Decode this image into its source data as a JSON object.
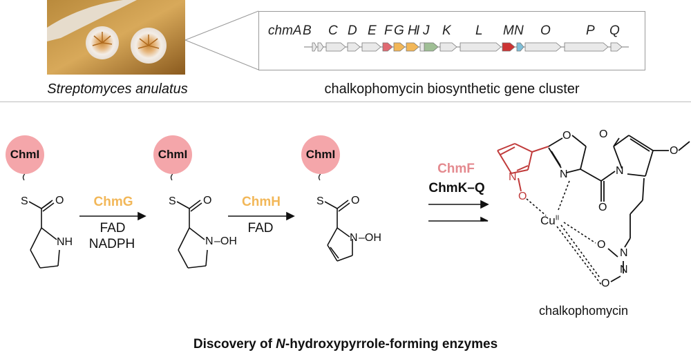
{
  "organism_caption": "Streptomyces anulatus",
  "gene_cluster_caption": "chalkophomycin biosynthetic gene cluster",
  "gene_labels": [
    "chmA",
    "B",
    "C",
    "D",
    "E",
    "F",
    "G",
    "H",
    "I",
    "J",
    "K",
    "L",
    "M",
    "N",
    "O",
    "P",
    "Q"
  ],
  "gene_colors": {
    "F": "#e06a72",
    "G": "#f2b758",
    "H": "#f2b758",
    "J": "#9fbf95",
    "M": "#cc3333",
    "N": "#7fbfd8",
    "default": "#e9e9e9"
  },
  "carrier_label": "ChmI",
  "steps": [
    {
      "enzyme": "ChmG",
      "cofactors": [
        "FAD",
        "NADPH"
      ]
    },
    {
      "enzyme": "ChmH",
      "cofactors": [
        "FAD"
      ]
    },
    {
      "enzyme_red": "ChmF",
      "enzyme_black": "ChmK–Q"
    }
  ],
  "atoms": {
    "S": "S",
    "O": "O",
    "NH": "NH",
    "N": "N",
    "OH": "–OH",
    "Cu": "Cu",
    "Cu_ox": "II"
  },
  "product_name": "chalkophomycin",
  "figure_title": {
    "pre": "Discovery of ",
    "italic": "N",
    "post": "-hydroxypyrrole-forming enzymes"
  }
}
